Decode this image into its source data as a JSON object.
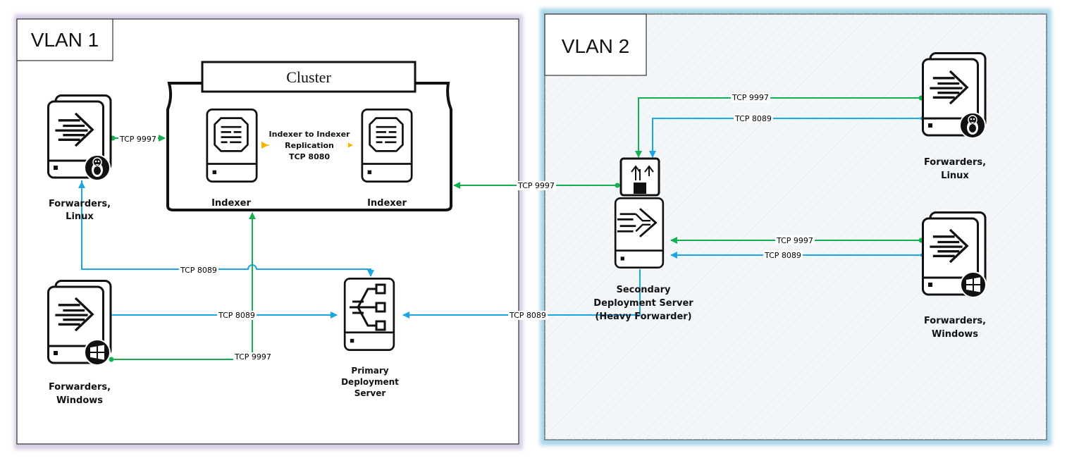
{
  "vlans": [
    {
      "label": "VLAN 1"
    },
    {
      "label": "VLAN 2"
    }
  ],
  "cluster": {
    "title": "Cluster",
    "indexers": [
      "Indexer",
      "Indexer"
    ],
    "replication": [
      "Indexer to Indexer",
      "Replication",
      "TCP 8080"
    ]
  },
  "nodes": {
    "v1_linux": [
      "Forwarders,",
      "Linux"
    ],
    "v1_windows": [
      "Forwarders,",
      "Windows"
    ],
    "primary_ds": [
      "Primary",
      "Deployment",
      "Server"
    ],
    "secondary_ds": [
      "Secondary",
      "Deployment Server",
      "(Heavy Forwarder)"
    ],
    "v2_linux": [
      "Forwarders,",
      "Linux"
    ],
    "v2_windows": [
      "Forwarders,",
      "Windows"
    ]
  },
  "connections": {
    "v1_linux_to_cluster": "TCP 9997",
    "v1_dep_loop": "TCP 8089",
    "v1_windows_to_primary": "TCP 8089",
    "v1_windows_to_cluster": "TCP 9997",
    "hf_to_cluster": "TCP 9997",
    "hf_to_primary": "TCP 8089",
    "v2_linux_9997": "TCP 9997",
    "v2_linux_8089": "TCP 8089",
    "v2_windows_9997": "TCP 9997",
    "v2_windows_8089": "TCP 8089"
  },
  "colors": {
    "tcp9997": "#12b04f",
    "tcp8089": "#1aa6e6",
    "replication": "#f4b400",
    "vlan2_glow": "#9fd3e6"
  }
}
